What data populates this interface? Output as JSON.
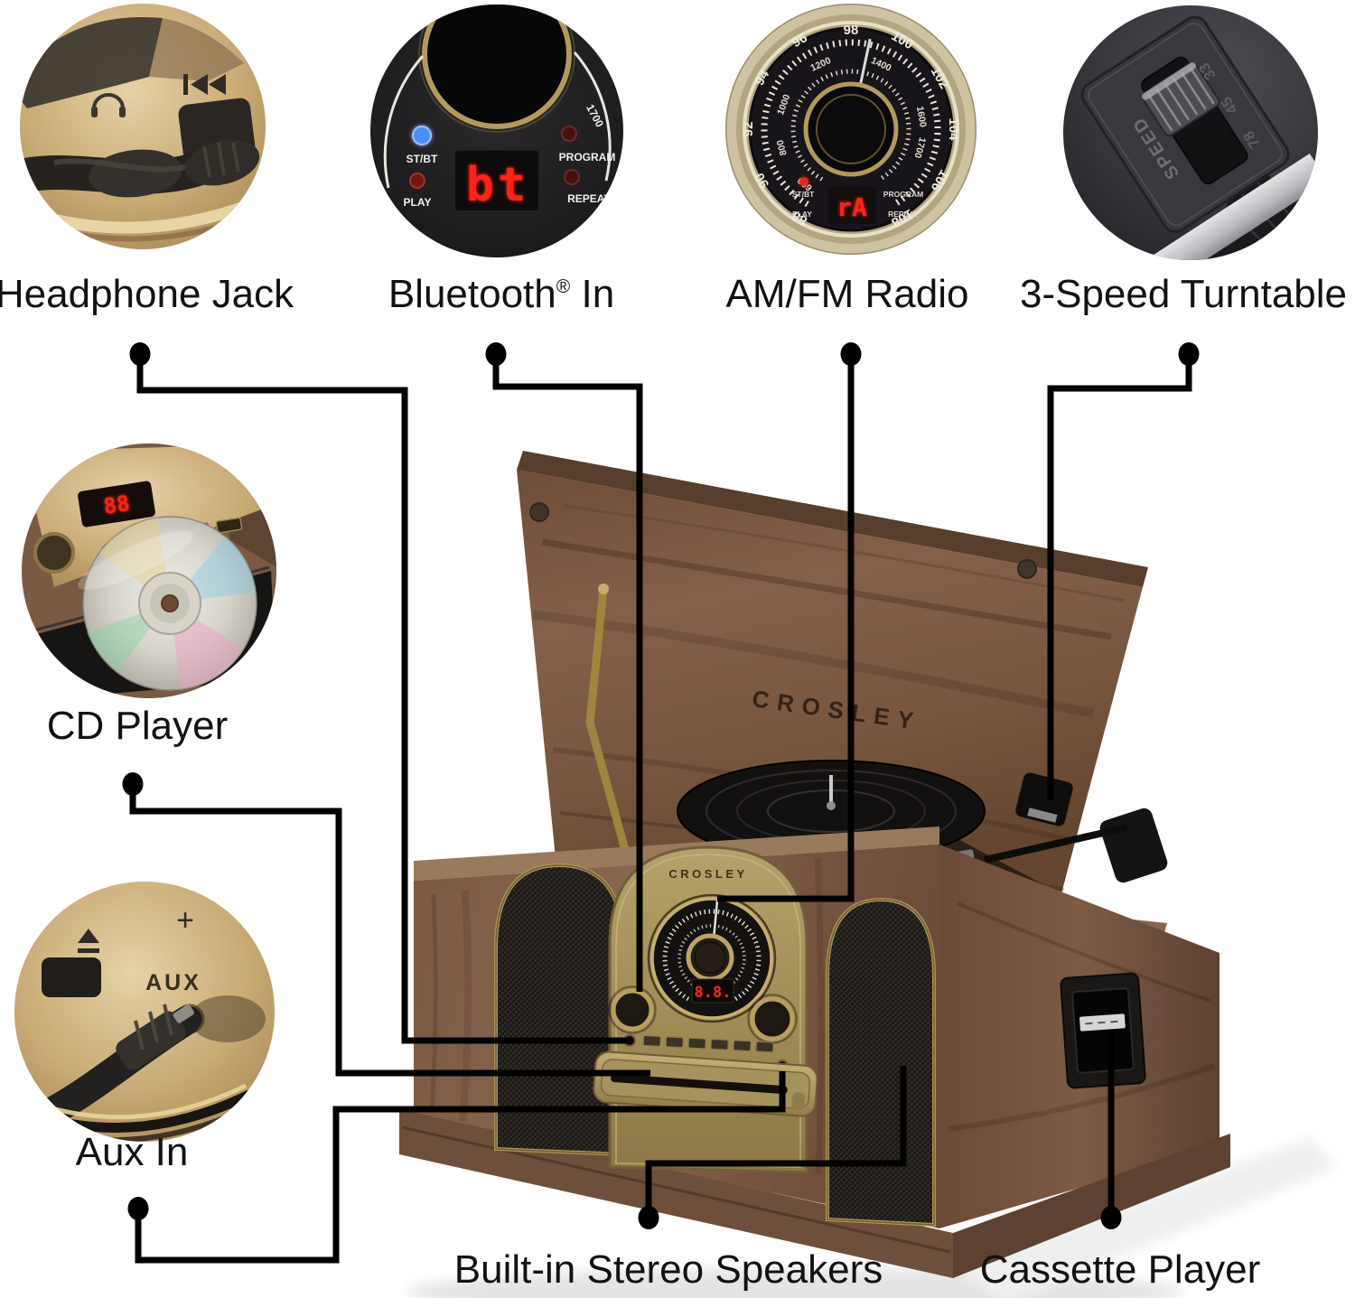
{
  "page": {
    "background": "#ffffff"
  },
  "colors": {
    "label": "#121212",
    "connector": "#000000",
    "led_red": "#ff2416",
    "led_blue": "#5b8dff",
    "brass": "#b49a5a",
    "wood": "#7a5844",
    "photo_gold": "#c9ab76"
  },
  "callouts": {
    "headphone": {
      "label": "Headphone Jack"
    },
    "bluetooth": {
      "label_base": "Bluetooth",
      "label_reg": "®",
      "label_suffix": " In",
      "display": "bt",
      "led_stbt": "ST/BT",
      "led_play": "PLAY",
      "led_program": "PROGRAM",
      "led_repeat": "REPEAT",
      "dial_text": "1700"
    },
    "amfm": {
      "label": "AM/FM Radio",
      "display": "rA",
      "led_stbt": "ST/BT",
      "led_play": "PLAY",
      "led_program": "PROGRAM",
      "led_repeat": "REPEAT",
      "fm_scale": [
        "88",
        "90",
        "92",
        "94",
        "96",
        "98",
        "100",
        "102",
        "104",
        "106",
        "108"
      ],
      "am_scale": [
        "600",
        "800",
        "1000",
        "1200",
        "1400",
        "1600",
        "1700"
      ]
    },
    "turntable": {
      "label": "3-Speed Turntable",
      "switch_title": "SPEED",
      "speeds": [
        "33",
        "45",
        "78"
      ]
    },
    "cd": {
      "label": "CD Player",
      "display": "88"
    },
    "aux": {
      "label": "Aux In",
      "port_label": "AUX",
      "plus_sign": "+"
    },
    "speakers": {
      "label": "Built-in Stereo Speakers"
    },
    "cassette": {
      "label": "Cassette Player"
    }
  },
  "product": {
    "brand_lid": "CROSLEY",
    "brand_panel": "CROSLEY",
    "front_display": "8.8."
  }
}
